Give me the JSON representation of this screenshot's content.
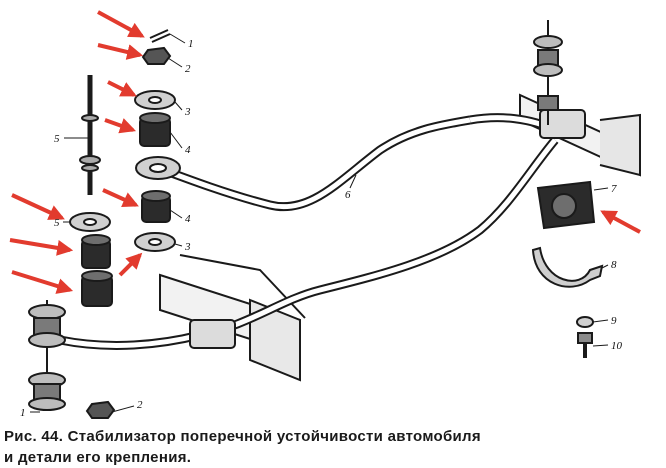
{
  "caption": {
    "line1": "Рис. 44. Стабилизатор поперечной устойчивости автомобиля",
    "line2": "и детали его крепления."
  },
  "part_labels": {
    "p1a": "1",
    "p2a": "2",
    "p3a": "3",
    "p4a": "4",
    "p5a": "5",
    "p4b": "4",
    "p3b": "3",
    "p5b": "5",
    "p6": "6",
    "p7": "7",
    "p8": "8",
    "p9": "9",
    "p10": "10",
    "p1b": "1",
    "p2b": "2"
  },
  "colors": {
    "arrow": "#e23b2e",
    "ink": "#1a1a1a"
  }
}
